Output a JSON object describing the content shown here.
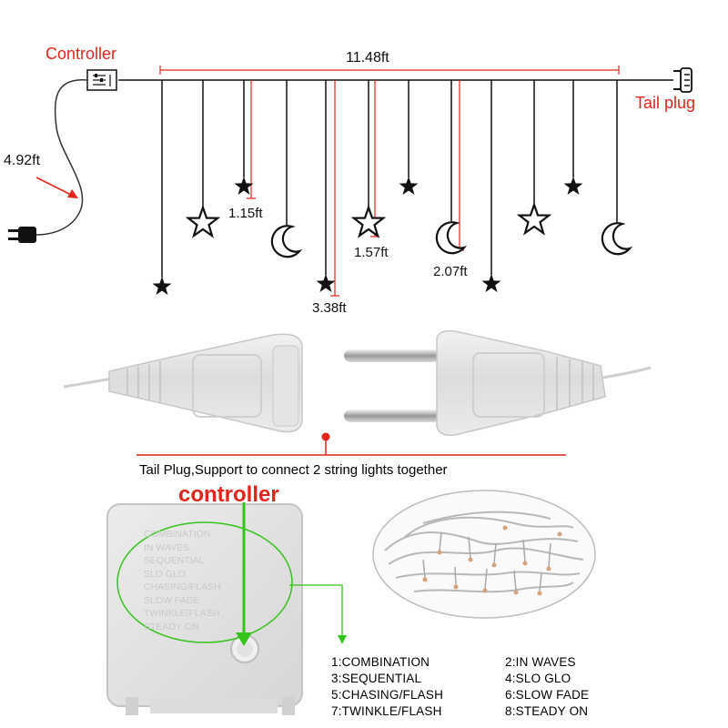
{
  "diagram": {
    "controller_label": "Controller",
    "total_length": "11.48ft",
    "cord_length": "4.92ft",
    "tail_plug_label": "Tail plug",
    "drop_lengths": [
      "1.15ft",
      "1.57ft",
      "2.07ft",
      "3.38ft"
    ]
  },
  "plug_section": {
    "caption": "Tail Plug,Support to connect 2 string lights together"
  },
  "controller_section": {
    "title": "controller",
    "controller_face_text": [
      "COMBINATION",
      "IN WAVES",
      "SEQUENTIAL",
      "SLO GLO",
      "CHASING/FLASH",
      "SLOW FADE",
      "TWINKLE/FLASH",
      "STEADY ON"
    ],
    "modes": [
      "1:COMBINATION",
      "2:IN WAVES",
      "3:SEQUENTIAL",
      "4:SLO GLO",
      "5:CHASING/FLASH",
      "6:SLOW FADE",
      "7:TWINKLE/FLASH",
      "8:STEADY ON"
    ]
  },
  "colors": {
    "accent_red": "#e3241b",
    "arrow_green": "#35c41a",
    "line_black": "#111111"
  }
}
